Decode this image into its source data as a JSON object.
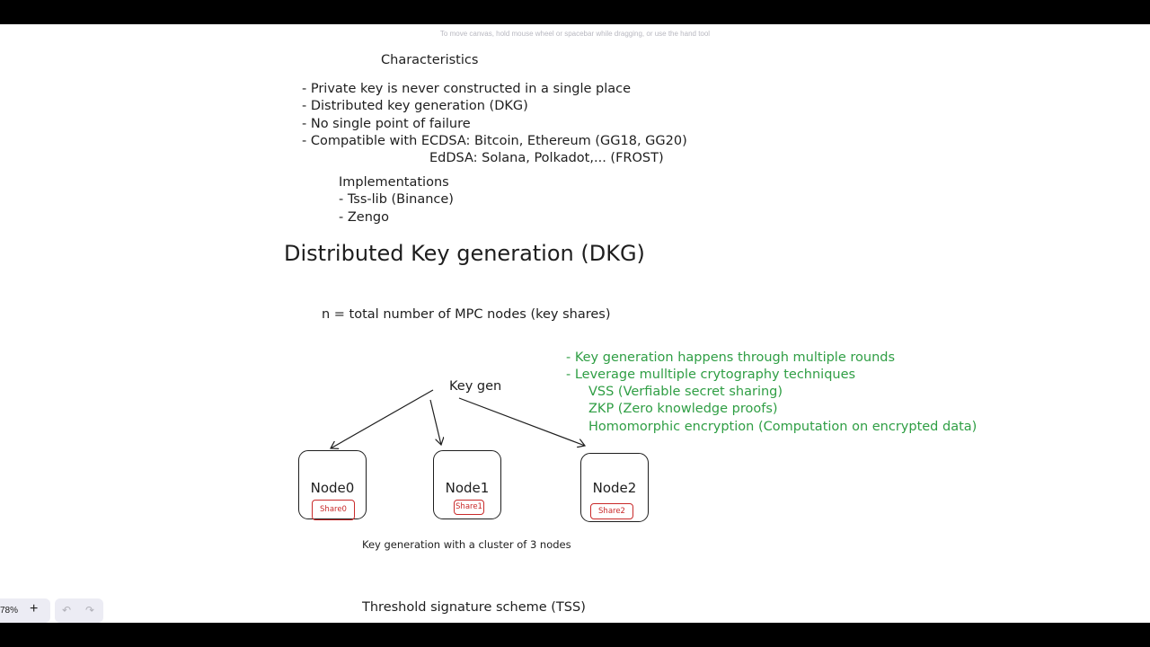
{
  "canvas_hint": "To move canvas, hold mouse wheel or spacebar while dragging, or use the hand tool",
  "characteristics": {
    "heading": "Characteristics",
    "lines": [
      "- Private key is never constructed in a single place",
      "- Distributed key generation (DKG)",
      "- No single point of failure",
      "- Compatible with ECDSA: Bitcoin, Ethereum (GG18, GG20)",
      "EdDSA: Solana, Polkadot,... (FROST)"
    ]
  },
  "implementations": {
    "heading": "Implementations",
    "items": [
      "- Tss-lib (Binance)",
      "- Zengo"
    ]
  },
  "dkg_title": "Distributed Key generation (DKG)",
  "n_definition": "n = total number of MPC nodes (key shares)",
  "notes": [
    "- Key generation happens through multiple rounds",
    "- Leverage mulltiple crytography techniques",
    "VSS (Verfiable secret sharing)",
    "ZKP (Zero knowledge proofs)",
    "Homomorphic encryption (Computation on encrypted data)"
  ],
  "diagram": {
    "root_label": "Key gen",
    "nodes": [
      {
        "label": "Node0",
        "share": "Share0"
      },
      {
        "label": "Node1",
        "share": "Share1"
      },
      {
        "label": "Node2",
        "share": "Share2"
      }
    ],
    "caption": "Key generation with a cluster of 3 nodes"
  },
  "tss_title": "Threshold signature scheme (TSS)",
  "toolbar": {
    "zoom": "78%",
    "zoom_in": "+",
    "undo": "↶",
    "redo": "↷"
  },
  "colors": {
    "text": "#1e1e1e",
    "green": "#2f9e44",
    "red": "#c92a2a",
    "background": "#ffffff"
  }
}
